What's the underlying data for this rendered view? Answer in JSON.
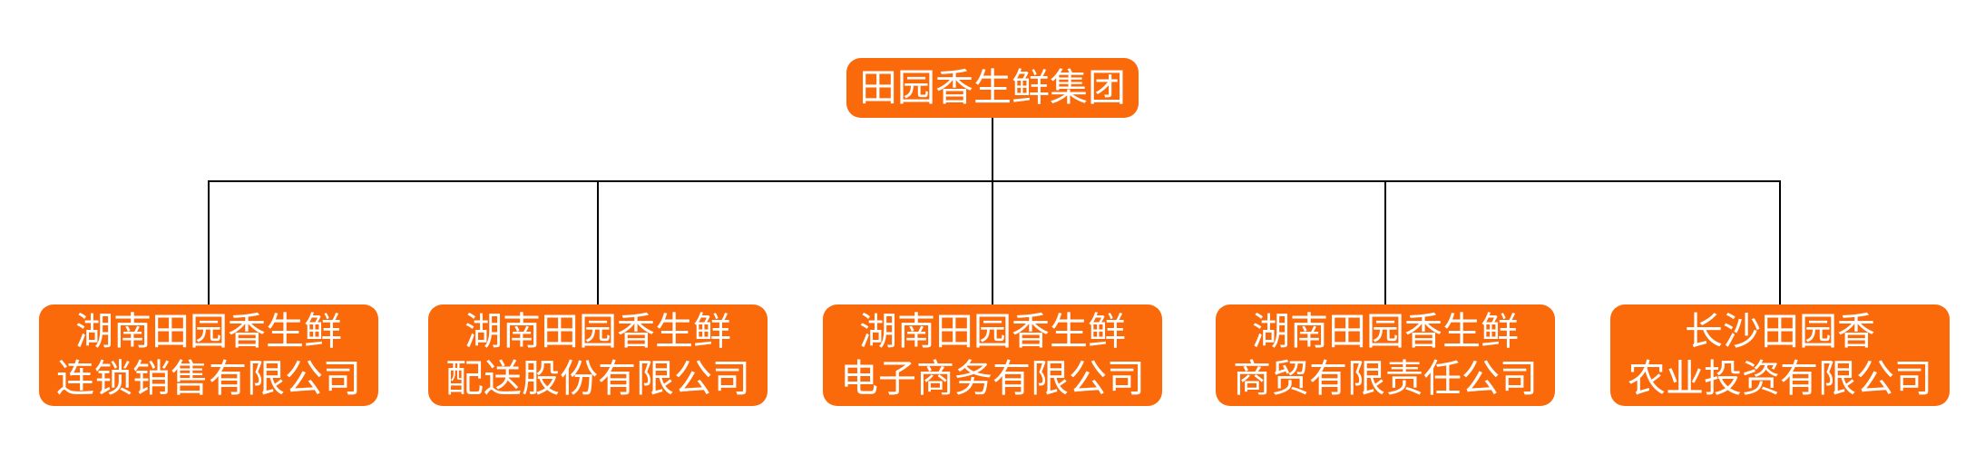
{
  "diagram": {
    "type": "org-chart",
    "root": {
      "label": "田园香生鲜集团"
    },
    "children": [
      {
        "line1": "湖南田园香生鲜",
        "line2": "连锁销售有限公司"
      },
      {
        "line1": "湖南田园香生鲜",
        "line2": "配送股份有限公司"
      },
      {
        "line1": "湖南田园香生鲜",
        "line2": "电子商务有限公司"
      },
      {
        "line1": "湖南田园香生鲜",
        "line2": "商贸有限责任公司"
      },
      {
        "line1": "长沙田园香",
        "line2": "农业投资有限公司"
      }
    ]
  },
  "colors": {
    "node_background": "#FA6A0B",
    "node_text": "#FFFFFF",
    "connector": "#000000",
    "canvas_background": "#FFFFFF"
  }
}
